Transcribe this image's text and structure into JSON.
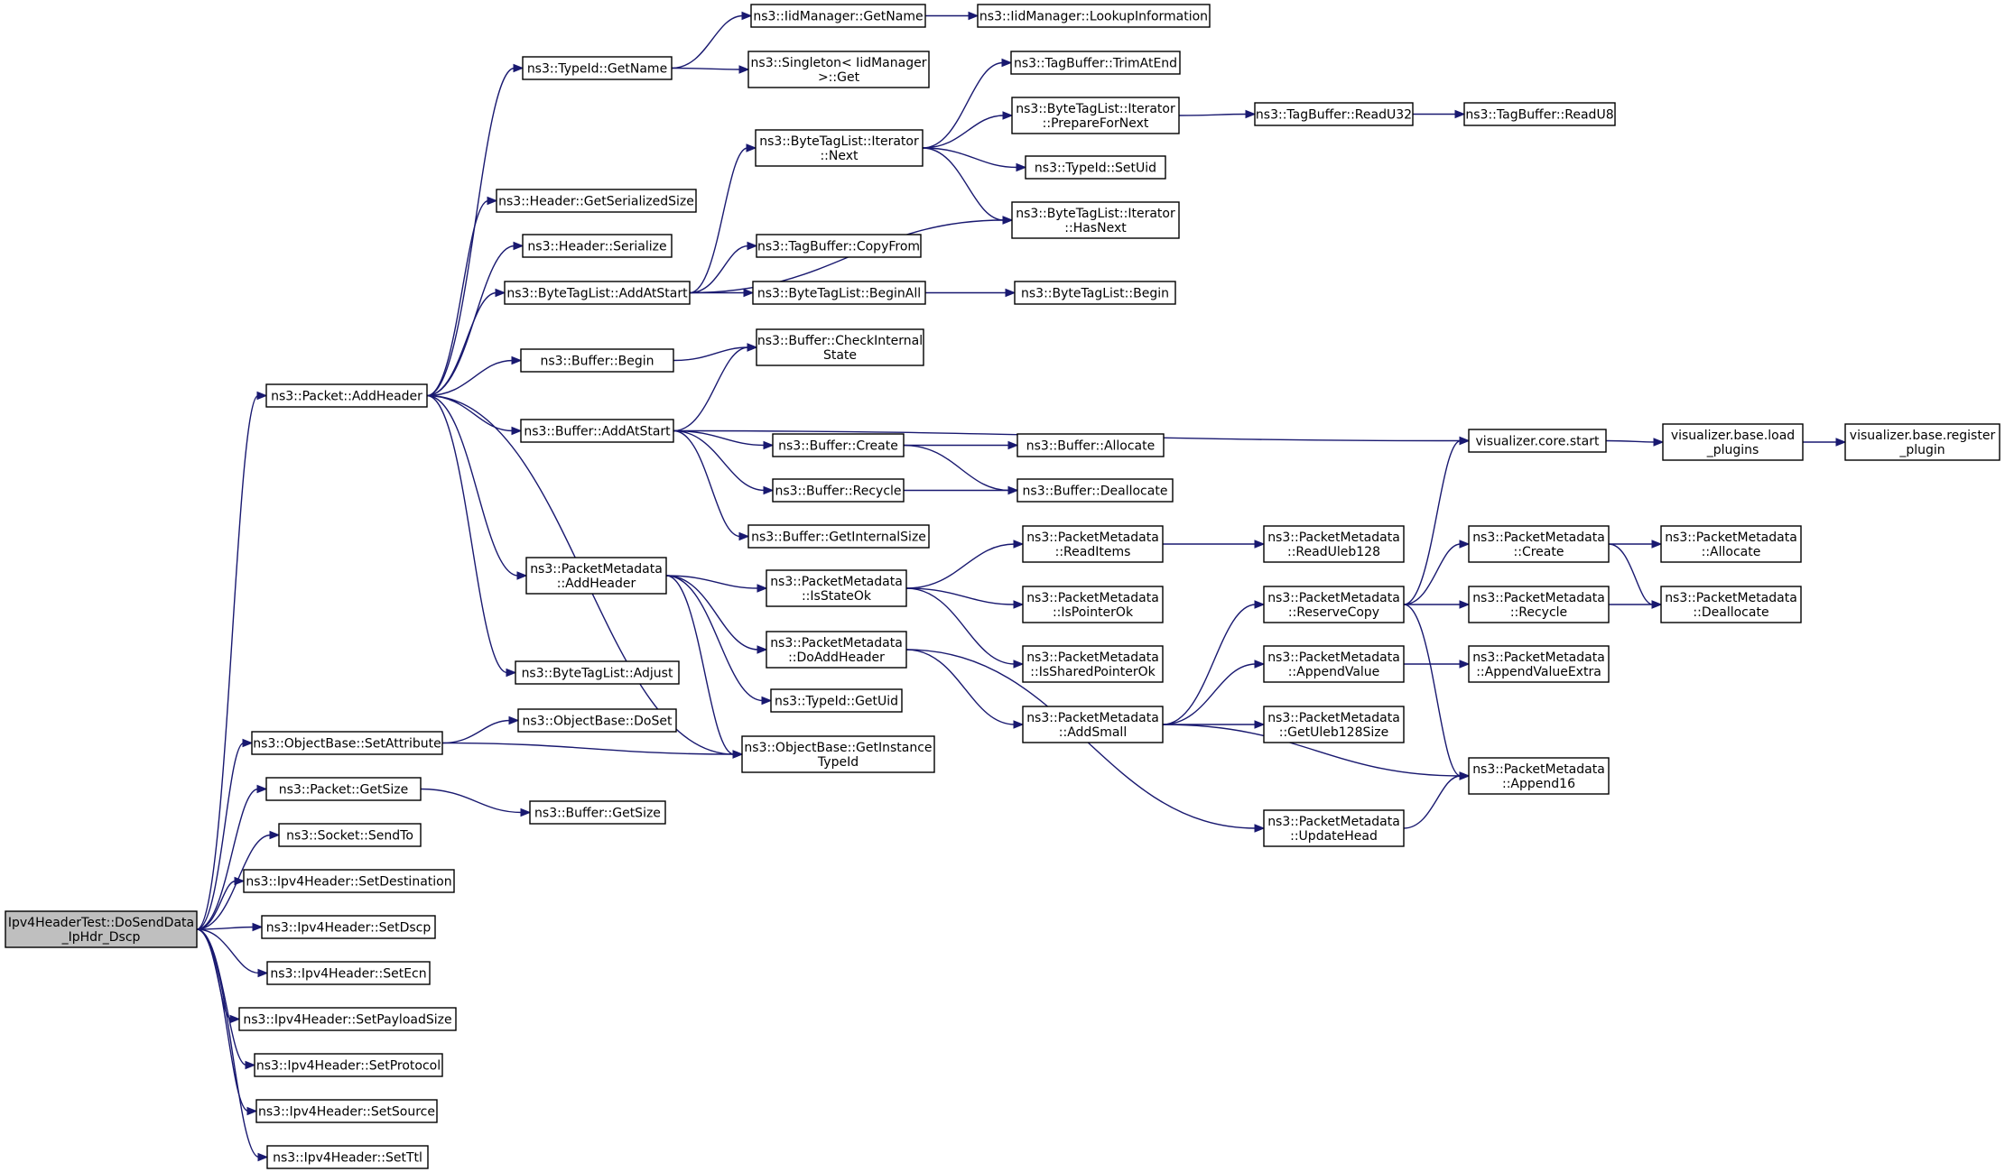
{
  "colors": {
    "edge": "#191970",
    "root_fill": "#bfbfbf",
    "node_fill": "#ffffff",
    "border": "#000000"
  },
  "nodes": [
    {
      "id": "root",
      "label": [
        "Ipv4HeaderTest::DoSendData",
        "_IpHdr_Dscp"
      ],
      "root": true
    },
    {
      "id": "packet_addheader",
      "label": [
        "ns3::Packet::AddHeader"
      ]
    },
    {
      "id": "objectbase_setattribute",
      "label": [
        "ns3::ObjectBase::SetAttribute"
      ]
    },
    {
      "id": "packet_getsize",
      "label": [
        "ns3::Packet::GetSize"
      ]
    },
    {
      "id": "socket_sendto",
      "label": [
        "ns3::Socket::SendTo"
      ]
    },
    {
      "id": "ipv4_setdestination",
      "label": [
        "ns3::Ipv4Header::SetDestination"
      ]
    },
    {
      "id": "ipv4_setdscp",
      "label": [
        "ns3::Ipv4Header::SetDscp"
      ]
    },
    {
      "id": "ipv4_setecn",
      "label": [
        "ns3::Ipv4Header::SetEcn"
      ]
    },
    {
      "id": "ipv4_setpayloadsize",
      "label": [
        "ns3::Ipv4Header::SetPayloadSize"
      ]
    },
    {
      "id": "ipv4_setprotocol",
      "label": [
        "ns3::Ipv4Header::SetProtocol"
      ]
    },
    {
      "id": "ipv4_setsource",
      "label": [
        "ns3::Ipv4Header::SetSource"
      ]
    },
    {
      "id": "ipv4_setttl",
      "label": [
        "ns3::Ipv4Header::SetTtl"
      ]
    },
    {
      "id": "typeid_getname",
      "label": [
        "ns3::TypeId::GetName"
      ]
    },
    {
      "id": "header_getserializedsize",
      "label": [
        "ns3::Header::GetSerializedSize"
      ]
    },
    {
      "id": "header_serialize",
      "label": [
        "ns3::Header::Serialize"
      ]
    },
    {
      "id": "btl_addatstart",
      "label": [
        "ns3::ByteTagList::AddAtStart"
      ]
    },
    {
      "id": "buffer_begin",
      "label": [
        "ns3::Buffer::Begin"
      ]
    },
    {
      "id": "buffer_addatstart",
      "label": [
        "ns3::Buffer::AddAtStart"
      ]
    },
    {
      "id": "pm_addheader",
      "label": [
        "ns3::PacketMetadata",
        "::AddHeader"
      ]
    },
    {
      "id": "btl_adjust",
      "label": [
        "ns3::ByteTagList::Adjust"
      ]
    },
    {
      "id": "objectbase_doset",
      "label": [
        "ns3::ObjectBase::DoSet"
      ]
    },
    {
      "id": "objectbase_getinstancetypeid",
      "label": [
        "ns3::ObjectBase::GetInstance",
        "TypeId"
      ]
    },
    {
      "id": "buffer_getsize",
      "label": [
        "ns3::Buffer::GetSize"
      ]
    },
    {
      "id": "iidmanager_getname",
      "label": [
        "ns3::IidManager::GetName"
      ]
    },
    {
      "id": "singleton_get",
      "label": [
        "ns3::Singleton< IidManager",
        ">::Get"
      ]
    },
    {
      "id": "iidmanager_lookupinformation",
      "label": [
        "ns3::IidManager::LookupInformation"
      ]
    },
    {
      "id": "btl_iterator_next",
      "label": [
        "ns3::ByteTagList::Iterator",
        "::Next"
      ]
    },
    {
      "id": "tagbuffer_copyfrom",
      "label": [
        "ns3::TagBuffer::CopyFrom"
      ]
    },
    {
      "id": "btl_beginall",
      "label": [
        "ns3::ByteTagList::BeginAll"
      ]
    },
    {
      "id": "buffer_checkinternalstate",
      "label": [
        "ns3::Buffer::CheckInternal",
        "State"
      ]
    },
    {
      "id": "buffer_create",
      "label": [
        "ns3::Buffer::Create"
      ]
    },
    {
      "id": "buffer_recycle",
      "label": [
        "ns3::Buffer::Recycle"
      ]
    },
    {
      "id": "buffer_getinternalsize",
      "label": [
        "ns3::Buffer::GetInternalSize"
      ]
    },
    {
      "id": "pm_isstateok",
      "label": [
        "ns3::PacketMetadata",
        "::IsStateOk"
      ]
    },
    {
      "id": "pm_doaddheader",
      "label": [
        "ns3::PacketMetadata",
        "::DoAddHeader"
      ]
    },
    {
      "id": "typeid_getuid",
      "label": [
        "ns3::TypeId::GetUid"
      ]
    },
    {
      "id": "tagbuffer_trimatend",
      "label": [
        "ns3::TagBuffer::TrimAtEnd"
      ]
    },
    {
      "id": "btl_iterator_prepare",
      "label": [
        "ns3::ByteTagList::Iterator",
        "::PrepareForNext"
      ]
    },
    {
      "id": "typeid_setuid",
      "label": [
        "ns3::TypeId::SetUid"
      ]
    },
    {
      "id": "btl_iterator_hasnext",
      "label": [
        "ns3::ByteTagList::Iterator",
        "::HasNext"
      ]
    },
    {
      "id": "btl_begin",
      "label": [
        "ns3::ByteTagList::Begin"
      ]
    },
    {
      "id": "tagbuffer_readu32",
      "label": [
        "ns3::TagBuffer::ReadU32"
      ]
    },
    {
      "id": "tagbuffer_readu8",
      "label": [
        "ns3::TagBuffer::ReadU8"
      ]
    },
    {
      "id": "vis_core_start",
      "label": [
        "visualizer.core.start"
      ]
    },
    {
      "id": "vis_base_load_plugins",
      "label": [
        "visualizer.base.load",
        "_plugins"
      ]
    },
    {
      "id": "vis_base_register_plugin",
      "label": [
        "visualizer.base.register",
        "_plugin"
      ]
    },
    {
      "id": "buffer_allocate",
      "label": [
        "ns3::Buffer::Allocate"
      ]
    },
    {
      "id": "buffer_deallocate",
      "label": [
        "ns3::Buffer::Deallocate"
      ]
    },
    {
      "id": "pm_readitems",
      "label": [
        "ns3::PacketMetadata",
        "::ReadItems"
      ]
    },
    {
      "id": "pm_ispointerok",
      "label": [
        "ns3::PacketMetadata",
        "::IsPointerOk"
      ]
    },
    {
      "id": "pm_issharedpointerok",
      "label": [
        "ns3::PacketMetadata",
        "::IsSharedPointerOk"
      ]
    },
    {
      "id": "pm_addsmall",
      "label": [
        "ns3::PacketMetadata",
        "::AddSmall"
      ]
    },
    {
      "id": "pm_readuleb128",
      "label": [
        "ns3::PacketMetadata",
        "::ReadUleb128"
      ]
    },
    {
      "id": "pm_reservecopy",
      "label": [
        "ns3::PacketMetadata",
        "::ReserveCopy"
      ]
    },
    {
      "id": "pm_appendvalue",
      "label": [
        "ns3::PacketMetadata",
        "::AppendValue"
      ]
    },
    {
      "id": "pm_getuleb128size",
      "label": [
        "ns3::PacketMetadata",
        "::GetUleb128Size"
      ]
    },
    {
      "id": "pm_updatehead",
      "label": [
        "ns3::PacketMetadata",
        "::UpdateHead"
      ]
    },
    {
      "id": "pm_create",
      "label": [
        "ns3::PacketMetadata",
        "::Create"
      ]
    },
    {
      "id": "pm_recycle",
      "label": [
        "ns3::PacketMetadata",
        "::Recycle"
      ]
    },
    {
      "id": "pm_appendvalueextra",
      "label": [
        "ns3::PacketMetadata",
        "::AppendValueExtra"
      ]
    },
    {
      "id": "pm_append16",
      "label": [
        "ns3::PacketMetadata",
        "::Append16"
      ]
    },
    {
      "id": "pm_allocate",
      "label": [
        "ns3::PacketMetadata",
        "::Allocate"
      ]
    },
    {
      "id": "pm_deallocate",
      "label": [
        "ns3::PacketMetadata",
        "::Deallocate"
      ]
    }
  ],
  "edges": [
    [
      "root",
      "packet_addheader"
    ],
    [
      "root",
      "objectbase_setattribute"
    ],
    [
      "root",
      "packet_getsize"
    ],
    [
      "root",
      "socket_sendto"
    ],
    [
      "root",
      "ipv4_setdestination"
    ],
    [
      "root",
      "ipv4_setdscp"
    ],
    [
      "root",
      "ipv4_setecn"
    ],
    [
      "root",
      "ipv4_setpayloadsize"
    ],
    [
      "root",
      "ipv4_setprotocol"
    ],
    [
      "root",
      "ipv4_setsource"
    ],
    [
      "root",
      "ipv4_setttl"
    ],
    [
      "packet_addheader",
      "typeid_getname"
    ],
    [
      "packet_addheader",
      "header_getserializedsize"
    ],
    [
      "packet_addheader",
      "header_serialize"
    ],
    [
      "packet_addheader",
      "btl_addatstart"
    ],
    [
      "packet_addheader",
      "buffer_begin"
    ],
    [
      "packet_addheader",
      "buffer_addatstart"
    ],
    [
      "packet_addheader",
      "pm_addheader"
    ],
    [
      "packet_addheader",
      "btl_adjust"
    ],
    [
      "packet_addheader",
      "objectbase_getinstancetypeid"
    ],
    [
      "objectbase_setattribute",
      "objectbase_doset"
    ],
    [
      "objectbase_setattribute",
      "objectbase_getinstancetypeid"
    ],
    [
      "packet_getsize",
      "buffer_getsize"
    ],
    [
      "typeid_getname",
      "iidmanager_getname"
    ],
    [
      "typeid_getname",
      "singleton_get"
    ],
    [
      "iidmanager_getname",
      "iidmanager_lookupinformation"
    ],
    [
      "btl_addatstart",
      "btl_iterator_next"
    ],
    [
      "btl_addatstart",
      "btl_iterator_hasnext"
    ],
    [
      "btl_addatstart",
      "tagbuffer_copyfrom"
    ],
    [
      "btl_addatstart",
      "btl_beginall"
    ],
    [
      "btl_iterator_next",
      "tagbuffer_trimatend"
    ],
    [
      "btl_iterator_next",
      "btl_iterator_prepare"
    ],
    [
      "btl_iterator_next",
      "typeid_setuid"
    ],
    [
      "btl_iterator_next",
      "btl_iterator_hasnext"
    ],
    [
      "btl_iterator_prepare",
      "tagbuffer_readu32"
    ],
    [
      "tagbuffer_readu32",
      "tagbuffer_readu8"
    ],
    [
      "btl_beginall",
      "btl_begin"
    ],
    [
      "buffer_begin",
      "buffer_checkinternalstate"
    ],
    [
      "buffer_addatstart",
      "buffer_checkinternalstate"
    ],
    [
      "buffer_addatstart",
      "vis_core_start"
    ],
    [
      "buffer_addatstart",
      "buffer_create"
    ],
    [
      "buffer_addatstart",
      "buffer_recycle"
    ],
    [
      "buffer_addatstart",
      "buffer_getinternalsize"
    ],
    [
      "buffer_create",
      "buffer_allocate"
    ],
    [
      "buffer_create",
      "buffer_deallocate"
    ],
    [
      "buffer_recycle",
      "buffer_deallocate"
    ],
    [
      "vis_core_start",
      "vis_base_load_plugins"
    ],
    [
      "vis_base_load_plugins",
      "vis_base_register_plugin"
    ],
    [
      "pm_addheader",
      "pm_isstateok"
    ],
    [
      "pm_addheader",
      "pm_doaddheader"
    ],
    [
      "pm_addheader",
      "typeid_getuid"
    ],
    [
      "pm_addheader",
      "objectbase_getinstancetypeid"
    ],
    [
      "pm_isstateok",
      "pm_readitems"
    ],
    [
      "pm_isstateok",
      "pm_ispointerok"
    ],
    [
      "pm_isstateok",
      "pm_issharedpointerok"
    ],
    [
      "pm_readitems",
      "pm_readuleb128"
    ],
    [
      "pm_doaddheader",
      "pm_addsmall"
    ],
    [
      "pm_doaddheader",
      "pm_updatehead"
    ],
    [
      "pm_addsmall",
      "pm_reservecopy"
    ],
    [
      "pm_addsmall",
      "pm_appendvalue"
    ],
    [
      "pm_addsmall",
      "pm_getuleb128size"
    ],
    [
      "pm_addsmall",
      "pm_append16"
    ],
    [
      "pm_reservecopy",
      "vis_core_start"
    ],
    [
      "pm_reservecopy",
      "pm_create"
    ],
    [
      "pm_reservecopy",
      "pm_recycle"
    ],
    [
      "pm_reservecopy",
      "pm_append16"
    ],
    [
      "pm_appendvalue",
      "pm_appendvalueextra"
    ],
    [
      "pm_updatehead",
      "pm_append16"
    ],
    [
      "pm_create",
      "pm_allocate"
    ],
    [
      "pm_create",
      "pm_deallocate"
    ],
    [
      "pm_recycle",
      "pm_deallocate"
    ]
  ]
}
